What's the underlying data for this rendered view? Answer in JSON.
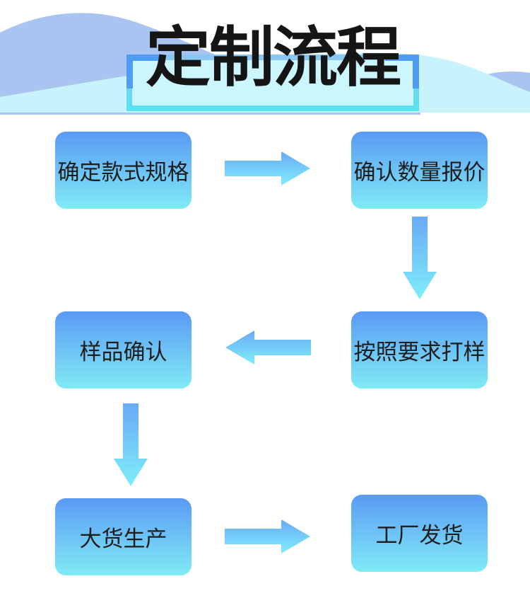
{
  "header": {
    "title": "定制流程"
  },
  "flow": {
    "steps": [
      {
        "label": "确定款式规格"
      },
      {
        "label": "确认数量报价"
      },
      {
        "label": "按照要求打样"
      },
      {
        "label": "样品确认"
      },
      {
        "label": "大货生产"
      },
      {
        "label": "工厂发货"
      }
    ],
    "arrows": [
      {
        "from": 1,
        "to": 2,
        "direction": "right"
      },
      {
        "from": 2,
        "to": 3,
        "direction": "down"
      },
      {
        "from": 3,
        "to": 4,
        "direction": "left"
      },
      {
        "from": 4,
        "to": 5,
        "direction": "down"
      },
      {
        "from": 5,
        "to": 6,
        "direction": "right"
      }
    ]
  },
  "colors": {
    "step_top": "#5a9af5",
    "step_bottom": "#80ebf5",
    "arrow_top": "#69a9f6",
    "arrow_bottom": "#7feef9",
    "title_fill": "#ccf6fd",
    "bracket_blue": "#4f9cf2",
    "wave_periwinkle": "#a9c4f1",
    "wave_cyan": "#c9f3fc",
    "text": "#1e1e1e"
  }
}
